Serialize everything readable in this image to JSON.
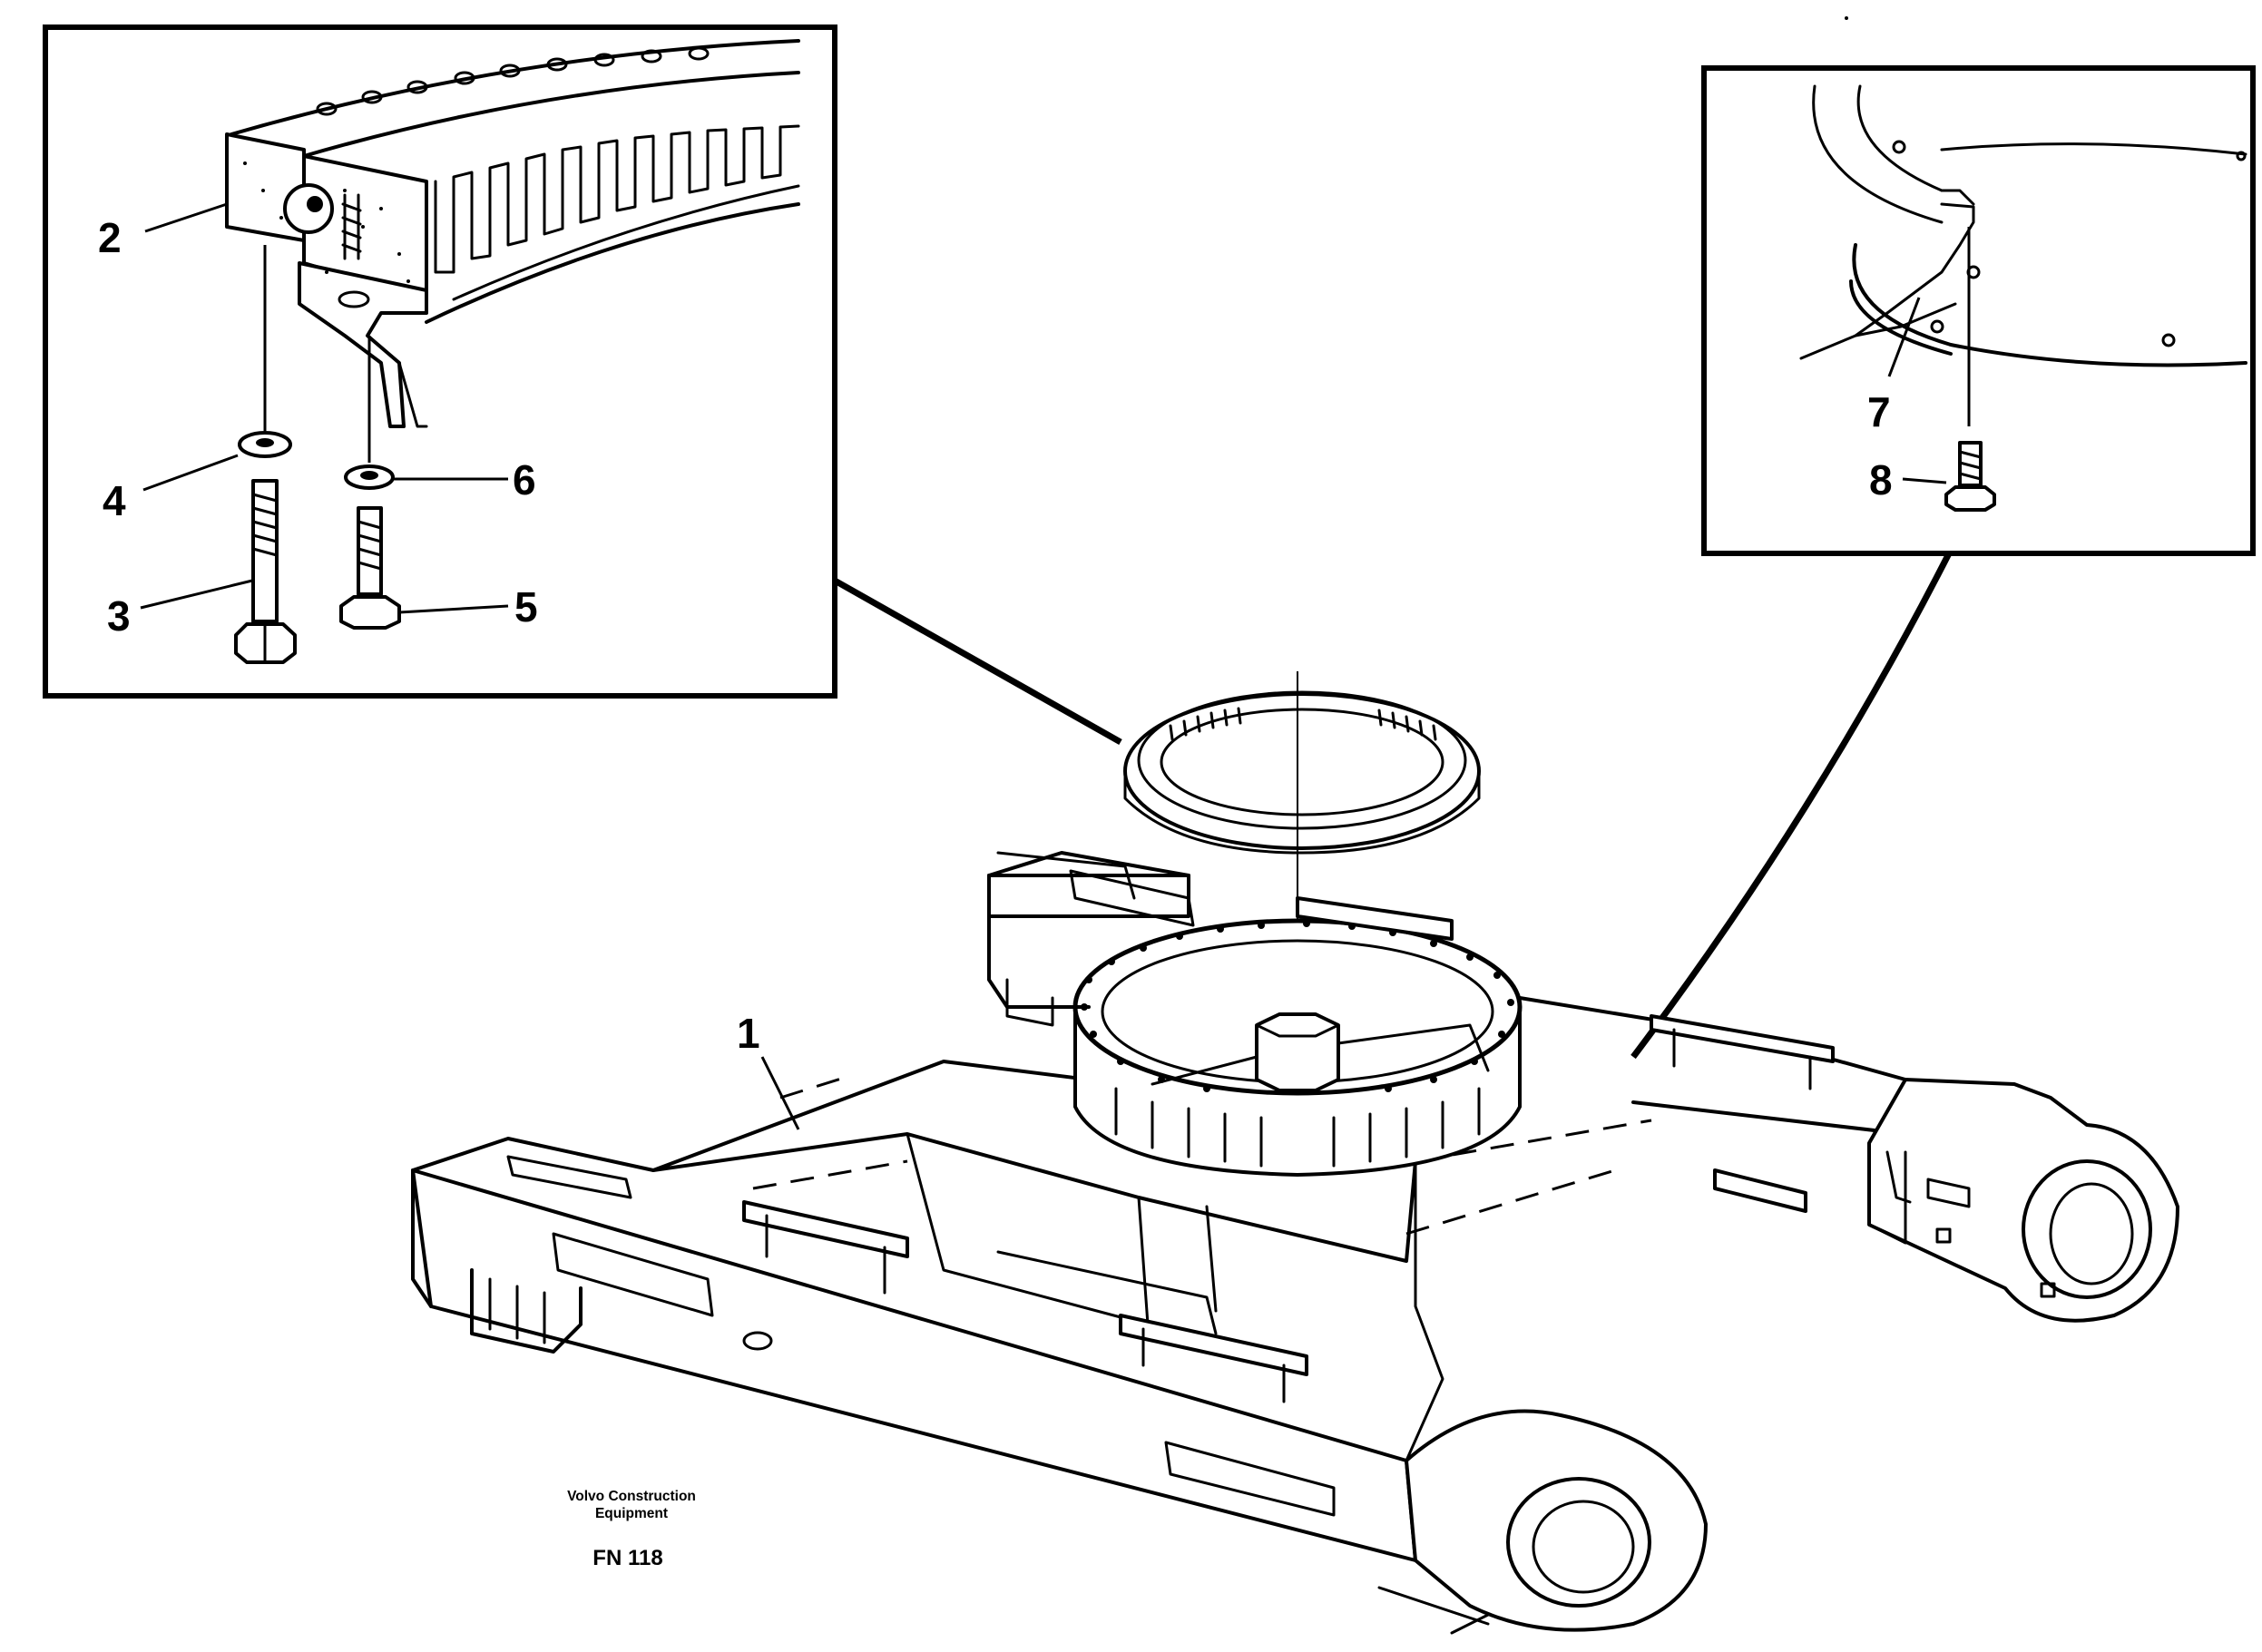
{
  "callouts": [
    {
      "id": "c1",
      "text": "1"
    },
    {
      "id": "c2",
      "text": "2"
    },
    {
      "id": "c3",
      "text": "3"
    },
    {
      "id": "c4",
      "text": "4"
    },
    {
      "id": "c5",
      "text": "5"
    },
    {
      "id": "c6",
      "text": "6"
    },
    {
      "id": "c7",
      "text": "7"
    },
    {
      "id": "c8",
      "text": "8"
    }
  ],
  "credit": {
    "line1": "Volvo Construction",
    "line2": "Equipment",
    "figure_number": "FN 118"
  }
}
